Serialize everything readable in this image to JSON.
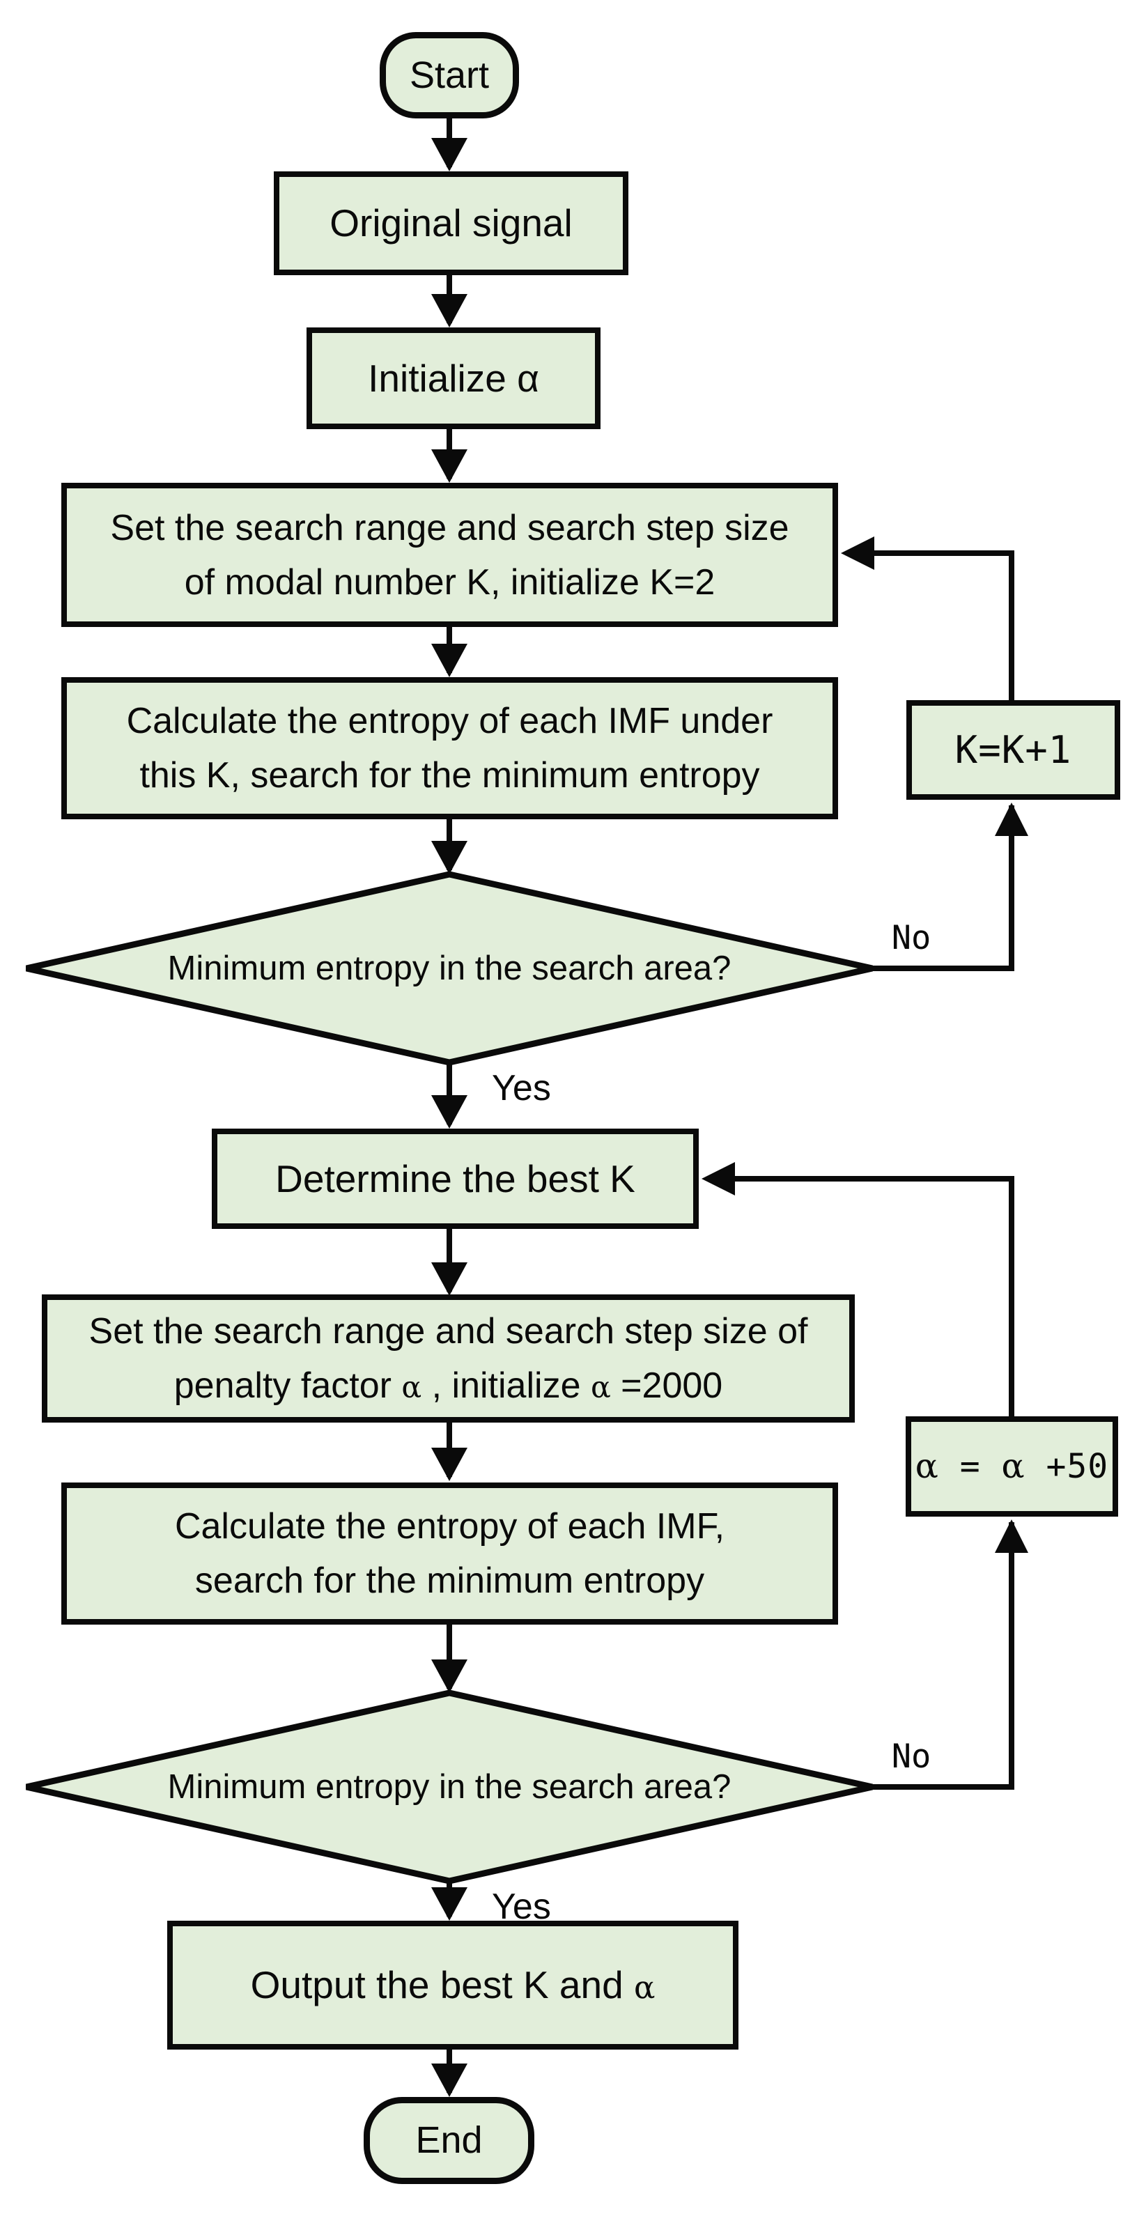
{
  "nodes": {
    "start": {
      "label": "Start"
    },
    "original_signal": {
      "label": "Original signal"
    },
    "initialize_alpha": {
      "label": "Initialize α"
    },
    "set_k_range": {
      "line1": "Set the search range and search step size",
      "line2": "of modal number K, initialize K=2"
    },
    "calc_entropy_k": {
      "line1": "Calculate the entropy of each IMF under",
      "line2": "this K, search for the minimum entropy"
    },
    "decision_k": {
      "label": "Minimum entropy in the search area?"
    },
    "k_increment": {
      "label": "K=K+1"
    },
    "determine_best_k": {
      "label": "Determine the best K"
    },
    "set_alpha_range": {
      "line1": "Set the search range and search step size of",
      "line2_parts": [
        "penalty factor ",
        "α",
        " , initialize ",
        "α",
        " =2000"
      ]
    },
    "calc_entropy_alpha": {
      "line1": "Calculate the entropy of each IMF,",
      "line2": "search for the minimum entropy"
    },
    "decision_alpha": {
      "label": "Minimum entropy in the search area?"
    },
    "alpha_increment": {
      "parts": [
        "α",
        " = ",
        "α",
        " +50"
      ]
    },
    "output_result": {
      "parts": [
        "Output the best K and ",
        "α"
      ]
    },
    "end": {
      "label": "End"
    }
  },
  "edge_labels": {
    "no_k": "No",
    "yes_k": "Yes",
    "no_alpha": "No",
    "yes_alpha": "Yes"
  },
  "colors": {
    "node_fill": "#e2eeda",
    "node_stroke": "#0a0a0a",
    "connector": "#0a0a0a",
    "background": "#ffffff"
  }
}
